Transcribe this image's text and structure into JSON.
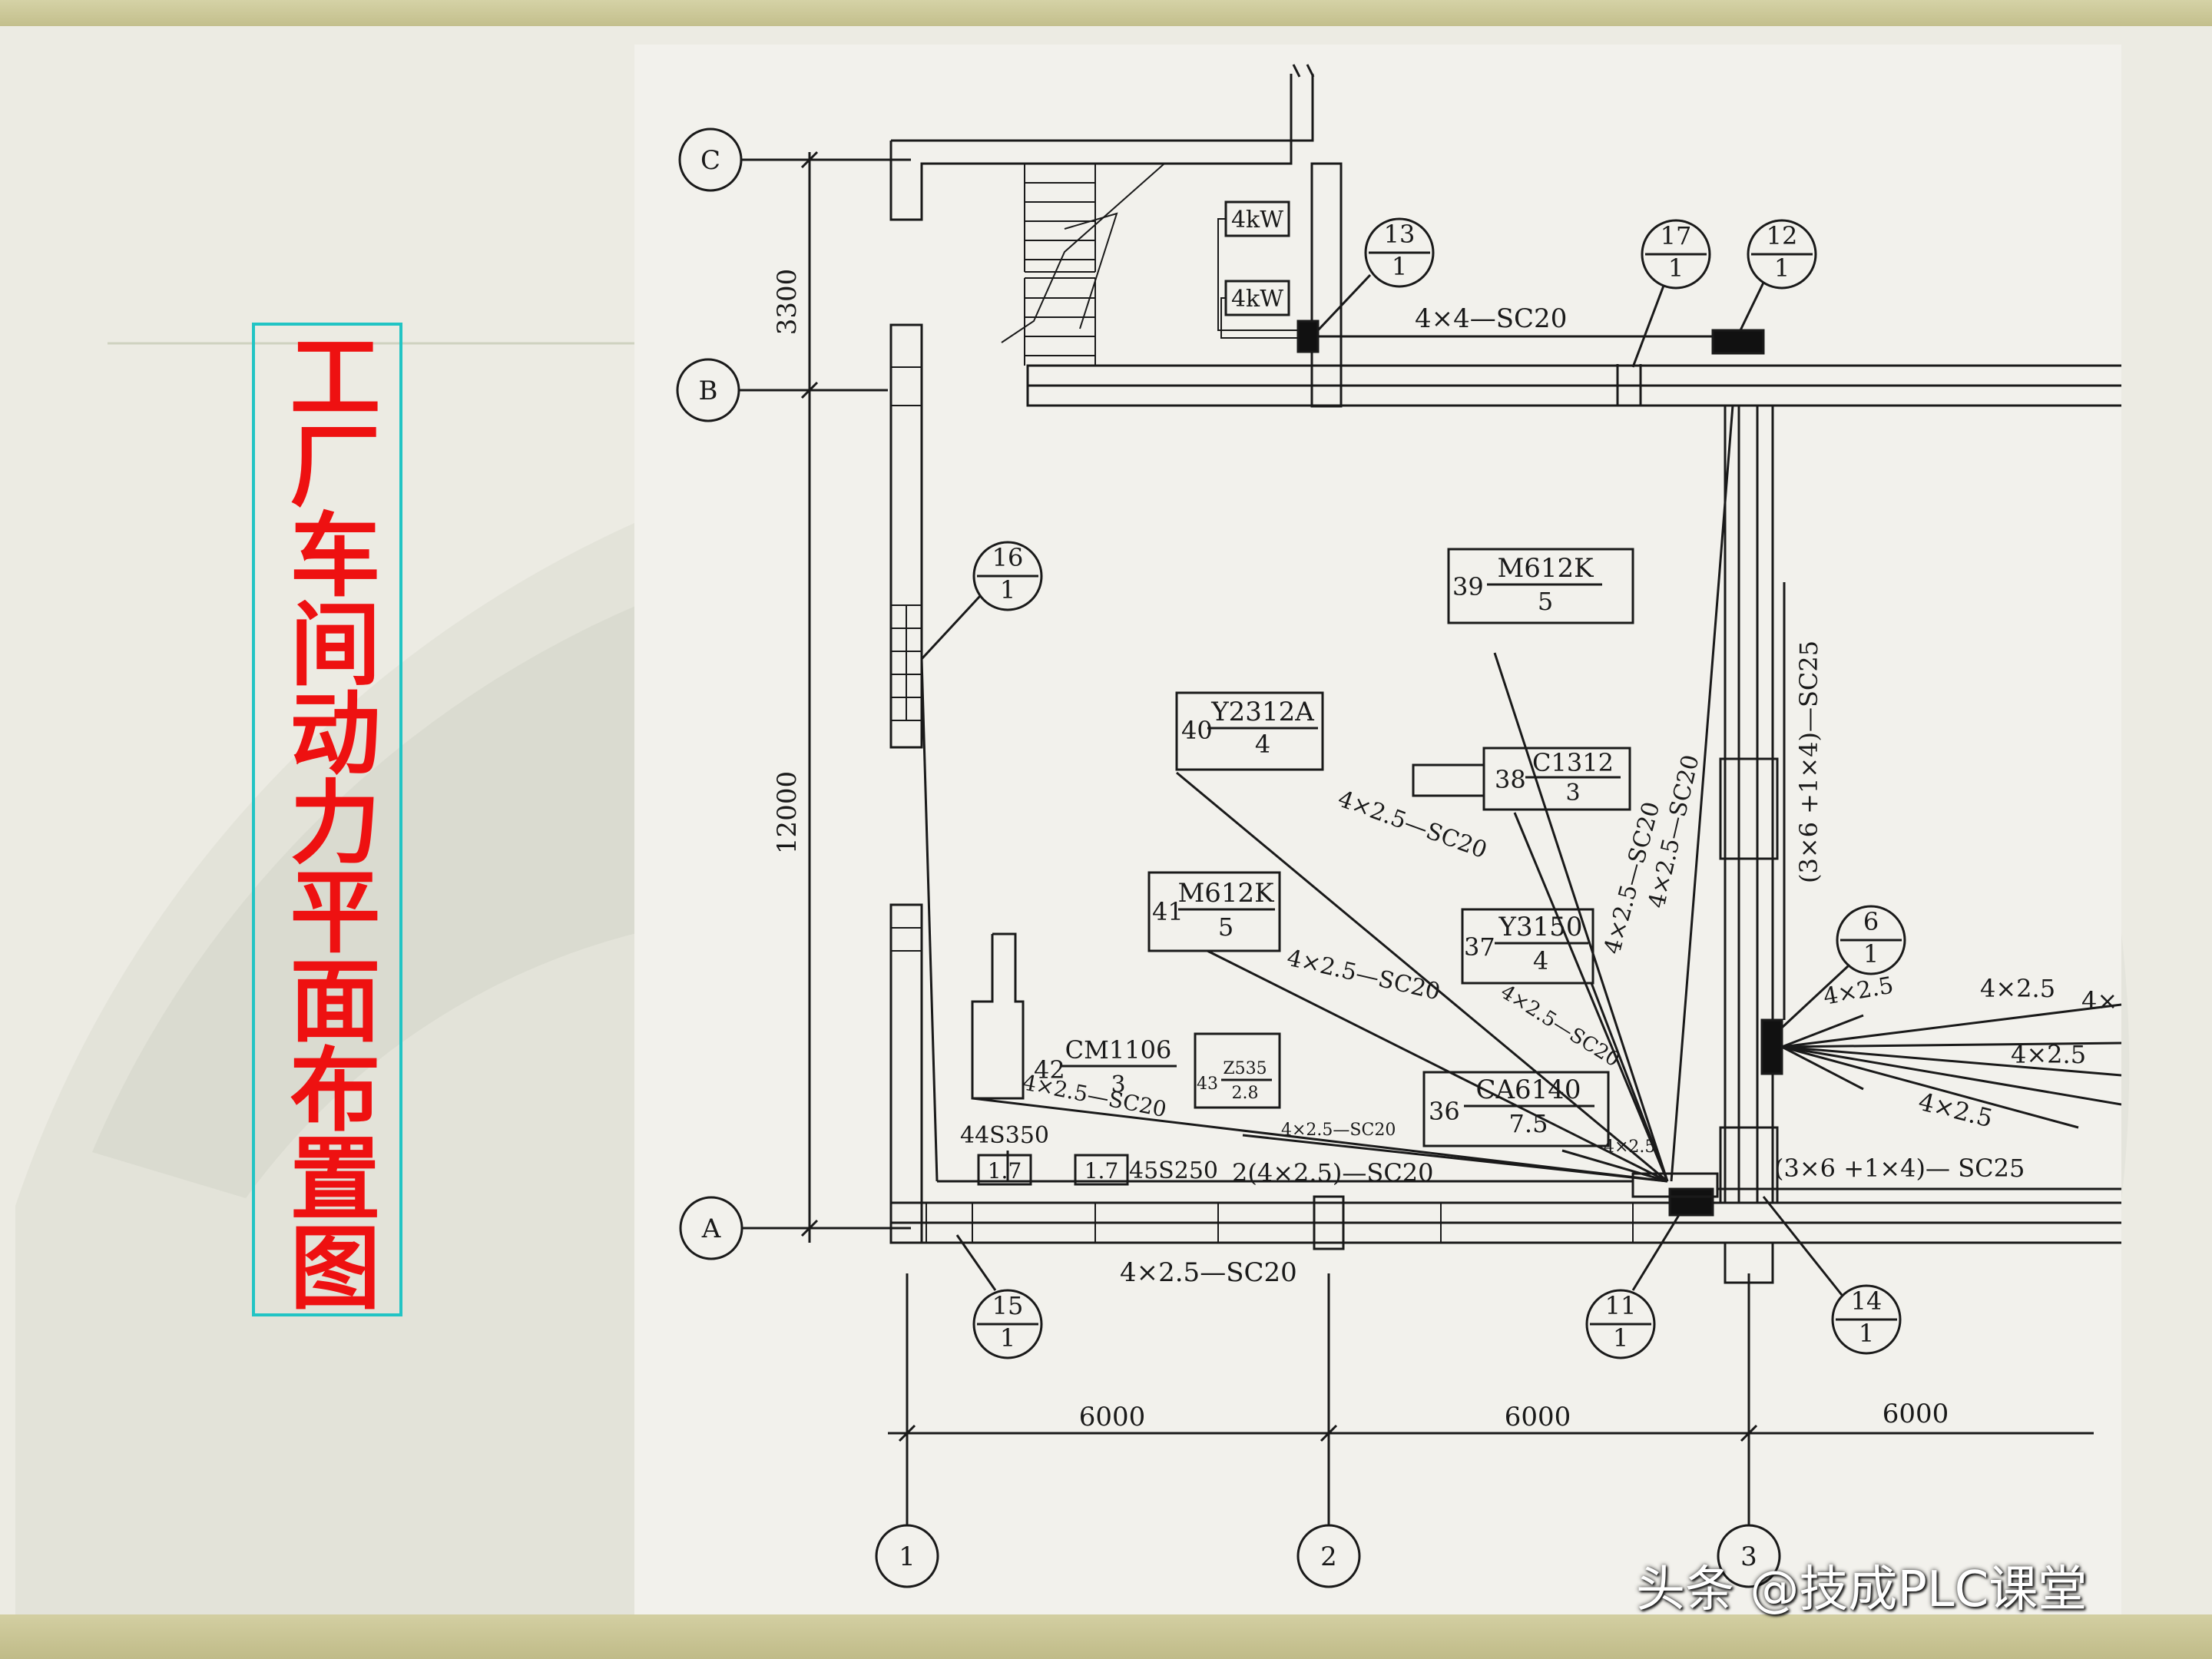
{
  "slide": {
    "title": "工厂车间动力平面布置图",
    "watermark": "头条 @技成PLC课堂",
    "colors": {
      "title_text": "#ee1111",
      "title_border": "#22c4c4",
      "band": "#c9c594"
    }
  },
  "drawing": {
    "axes": {
      "row_c": "C",
      "row_b": "B",
      "row_a": "A",
      "col_1": "1",
      "col_2": "2",
      "col_3": "3"
    },
    "dims": {
      "cb": "3300",
      "ba": "12000",
      "s12": "6000",
      "s23": "6000",
      "s34": "6000"
    },
    "panels": {
      "p13": {
        "top": "13",
        "bottom": "1"
      },
      "p17": {
        "top": "17",
        "bottom": "1"
      },
      "p12": {
        "top": "12",
        "bottom": "1"
      },
      "p16": {
        "top": "16",
        "bottom": "1"
      },
      "p6": {
        "top": "6",
        "bottom": "1"
      },
      "p15": {
        "top": "15",
        "bottom": "1"
      },
      "p11": {
        "top": "11",
        "bottom": "1"
      },
      "p14": {
        "top": "14",
        "bottom": "1"
      }
    },
    "kw": {
      "a": "4kW",
      "b": "4kW"
    },
    "machines": {
      "m39": {
        "num": "39",
        "model": "M612K",
        "power": "5"
      },
      "m40": {
        "num": "40",
        "model": "Y2312A",
        "power": "4"
      },
      "m38": {
        "num": "38",
        "model": "C1312",
        "power": "3"
      },
      "m41": {
        "num": "41",
        "model": "M612K",
        "power": "5"
      },
      "m37": {
        "num": "37",
        "model": "Y3150",
        "power": "4"
      },
      "m42": {
        "num": "42",
        "model": "CM1106",
        "power": "3"
      },
      "m43": {
        "num": "43",
        "model": "Z535",
        "power": "2.8"
      },
      "m36": {
        "num": "36",
        "model": "CA6140",
        "power": "7.5"
      },
      "m44": {
        "num": "44S350",
        "power": "1.7"
      },
      "m45": {
        "num": "45S250",
        "power": "1.7"
      }
    },
    "cables": {
      "top_feed": "4×4—SC20",
      "vert_sc25": "(3×6 +1×4)—SC25",
      "right_sc25": "(3×6 +1×4)— SC25",
      "c40": "4×2.5—SC20",
      "c39": "4×2.5—SC20",
      "c38": "4×2.5—SC20",
      "c41": "4×2.5—SC20",
      "c37": "4×2.5—SC20",
      "c42": "4×2.5—SC20",
      "c43": "4×2.5—SC20",
      "c36": "4×2.5",
      "c44": "2(4×2.5)—SC20",
      "bottom": "4×2.5—SC20",
      "r1": "4×2.5",
      "r2": "4×2.5",
      "r3": "4×",
      "r4": "4×2.5",
      "r5": "4×2.5"
    }
  }
}
